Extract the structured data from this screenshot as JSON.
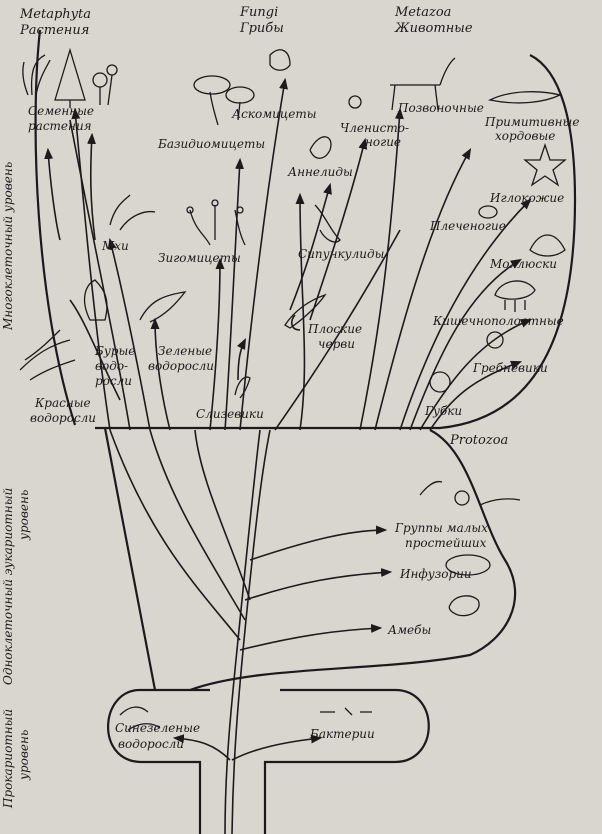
{
  "groups": {
    "metaphyta": "Metaphyta",
    "plants": "Растения",
    "fungi": "Fungi",
    "fungi_ru": "Грибы",
    "metazoa": "Metazoa",
    "animals": "Животные",
    "protozoa": "Protozoa"
  },
  "levels": {
    "multicellular": "Многоклеточный уровень",
    "unicellular_1": "Одноклеточный эукариотный",
    "unicellular_2": "уровень",
    "prokaryotic_1": "Прокариотный",
    "prokaryotic_2": "уровень"
  },
  "labels": {
    "seed_plants_1": "Семенные",
    "seed_plants_2": "растения",
    "mosses": "Мхи",
    "brown_algae_1": "Бурые",
    "brown_algae_2": "водо-",
    "brown_algae_3": "росли",
    "red_algae_1": "Красные",
    "red_algae_2": "водоросли",
    "green_algae_1": "Зеленые",
    "green_algae_2": "водоросли",
    "ascomycetes": "Аскомицеты",
    "basidiomycetes": "Базидиомицеты",
    "zygomycetes": "Зигомицеты",
    "slime_molds": "Слизевики",
    "vertebrates": "Позвоночные",
    "arthropods_1": "Членисто-",
    "arthropods_2": "ногие",
    "annelids": "Аннелиды",
    "sipunculids": "Сипункулиды",
    "flatworms_1": "Плоские",
    "flatworms_2": "черви",
    "primitive_chordates_1": "Примитивные",
    "primitive_chordates_2": "хордовые",
    "echinoderms": "Иглокожие",
    "brachiopods": "Плеченогие",
    "molluscs": "Моллюски",
    "coelenterates": "Кишечнополостные",
    "ctenophores": "Гребневики",
    "sponges": "Губки",
    "small_protists_1": "Группы малых",
    "small_protists_2": "простейших",
    "ciliates": "Инфузории",
    "amoebas": "Амебы",
    "cyanobacteria_1": "Синезеленые",
    "cyanobacteria_2": "водоросли",
    "bacteria": "Бактерии"
  },
  "colors": {
    "paper": "#d9d6cf",
    "ink": "#1c1b19"
  }
}
